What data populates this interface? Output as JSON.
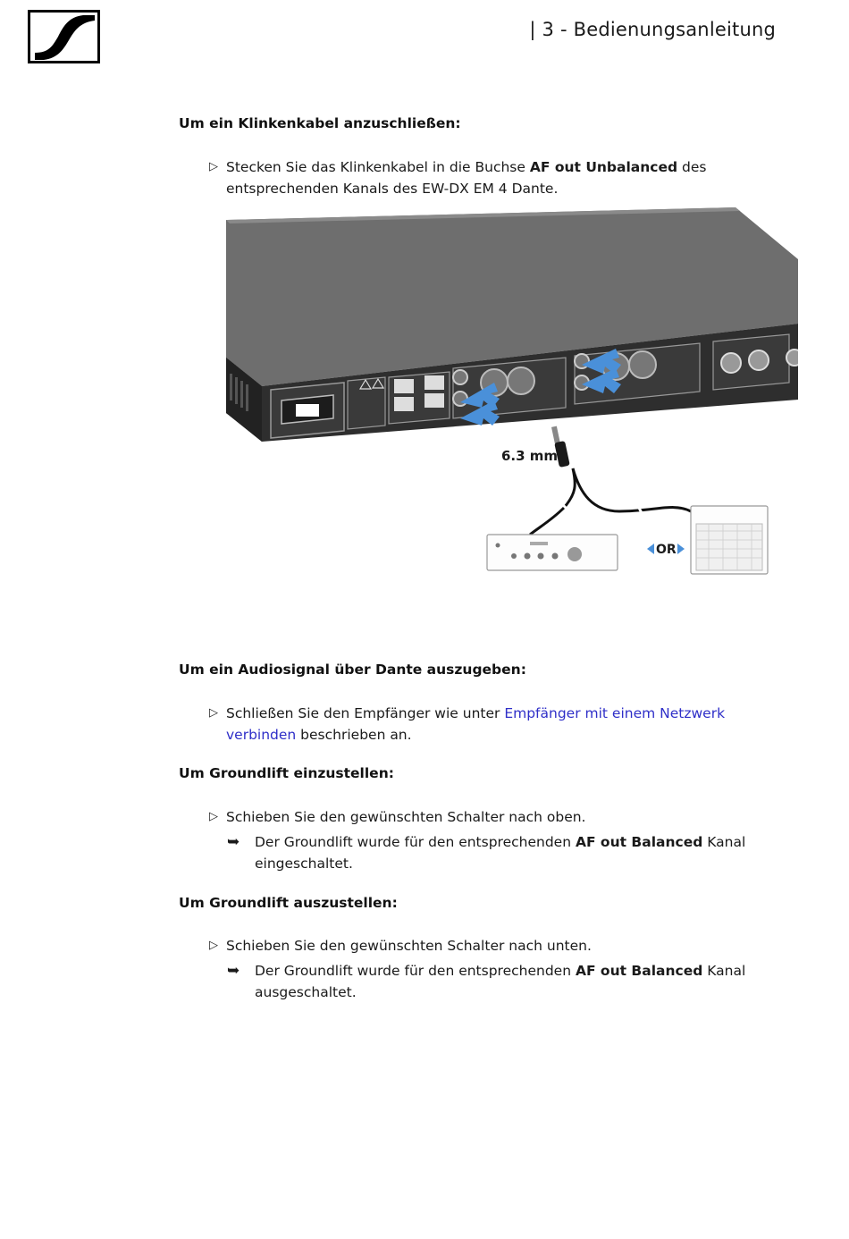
{
  "header": {
    "title": "| 3 - Bedienungsanleitung",
    "logo_icon": "sennheiser-logo-icon"
  },
  "section1": {
    "heading": "Um ein Klinkenkabel anzuschließen:",
    "step_prefix": "Stecken Sie das Klinkenkabel in die Buchse ",
    "step_bold": "AF out Unbalanced",
    "step_suffix": " des entsprechenden Kanals des EW-DX EM 4 Dante."
  },
  "figure": {
    "cable_label": "6.3 mm",
    "or_label": "OR",
    "colors": {
      "device": "#6e6e6e",
      "device_dark": "#3a3a3a",
      "panel": "#2a2a2a",
      "arrow": "#4a90d9",
      "cable": "#111111"
    }
  },
  "section2": {
    "heading": "Um ein Audiosignal über Dante auszugeben:",
    "step_prefix": "Schließen Sie den Empfänger wie unter ",
    "step_link": "Empfänger mit einem Netzwerk verbinden",
    "step_suffix": " beschrieben an."
  },
  "section3": {
    "heading": "Um Groundlift einzustellen:",
    "step": "Schieben Sie den gewünschten Schalter nach oben.",
    "result_prefix": "Der Groundlift wurde für den entsprechenden ",
    "result_bold": "AF out Balanced",
    "result_suffix": " Kanal eingeschaltet."
  },
  "section4": {
    "heading": "Um Groundlift auszustellen:",
    "step": "Schieben Sie den gewünschten Schalter nach unten.",
    "result_prefix": "Der Groundlift wurde für den entsprechenden ",
    "result_bold": "AF out Balanced",
    "result_suffix": " Kanal ausgeschaltet."
  },
  "markers": {
    "step": "▷",
    "result": "➥"
  }
}
